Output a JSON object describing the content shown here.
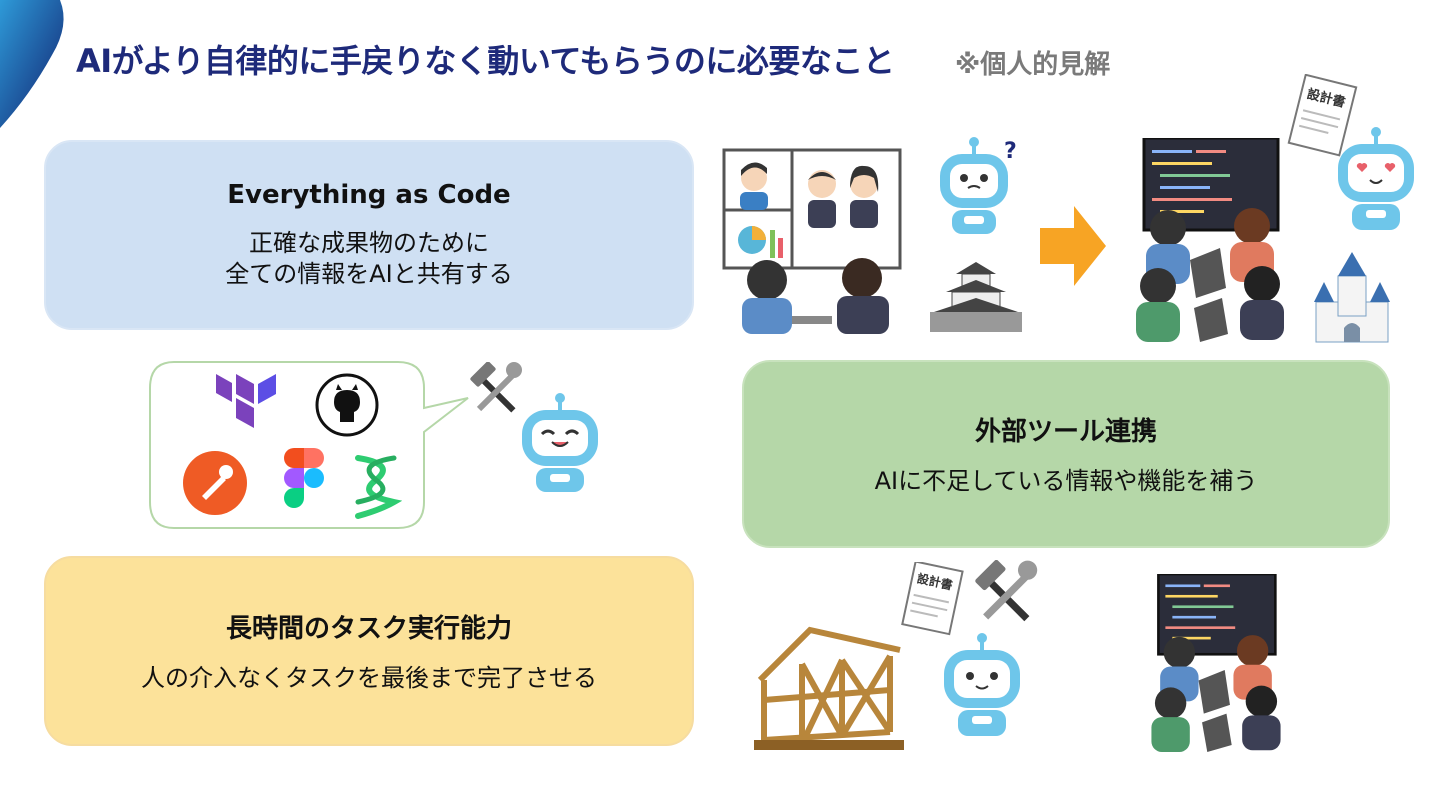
{
  "header": {
    "title": "AIがより自律的に手戻りなく動いてもらうのに必要なこと",
    "note": "※個人的見解"
  },
  "cards": {
    "everything_as_code": {
      "title": "Everything as Code",
      "lines": [
        "正確な成果物のために",
        "全ての情報をAIと共有する"
      ]
    },
    "external_tools": {
      "title": "外部ツール連携",
      "lines": [
        "AIに不足している情報や機能を補う"
      ]
    },
    "long_tasks": {
      "title": "長時間のタスク実行能力",
      "lines": [
        "人の介入なくタスクを最後まで完了させる"
      ]
    }
  },
  "illustrations": {
    "question_mark": "?",
    "spec_doc_label": "設計書"
  },
  "icons": [
    "terraform-logo-icon",
    "github-logo-icon",
    "postman-logo-icon",
    "figma-logo-icon",
    "spiral-logo-icon",
    "tools-hammer-wrench-icon",
    "robot-icon",
    "arrow-right-icon",
    "castle-icon",
    "laptop-team-icon"
  ],
  "colors": {
    "title": "#1e2a7a",
    "note": "#7a7a7a",
    "card_blue": "#cfe0f3",
    "card_green": "#b5d7a8",
    "card_yellow": "#fce29a",
    "arrow": "#f7a424",
    "robot": "#6ec6ea"
  }
}
